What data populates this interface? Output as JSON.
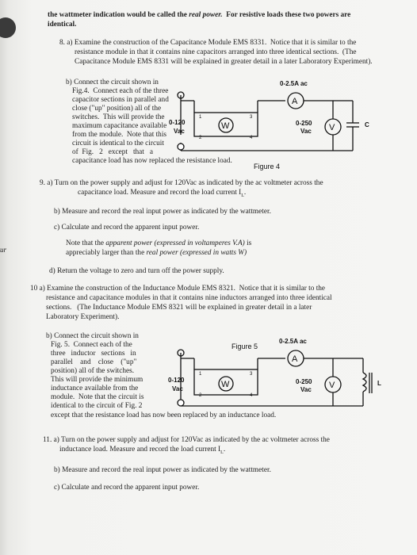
{
  "intro": {
    "line1_pre": "the wattmeter indication would be called the ",
    "line1_em": "real power.",
    "line1_post": "  For resistive loads these two powers are",
    "line2": "identical."
  },
  "s8": {
    "a1": "8. a) Examine the construction of the Capacitance Module EMS 8331.  Notice that it is similar to the",
    "a2": "resistance module in that it contains nine capacitors arranged into three identical sections.  (The",
    "a3": "Capacitance Module EMS 8331 will be explained in greater detail in a later Laboratory Experiment).",
    "b": [
      "b) Connect the circuit shown in",
      "Fig.4.  Connect each of the three",
      "capacitor sections in parallel and",
      "close (\"up\" position) all of the",
      "switches.  This will provide the",
      "maximum capacitance available",
      "from the module.  Note that this",
      "circuit is identical to the circuit",
      "of  Fig.   2   except   that   a",
      "capacitance load has now replaced the resistance load."
    ]
  },
  "fig4": {
    "caption": "Figure 4",
    "ammeter_range": "0-2.5A ac",
    "ammeter_symbol": "A",
    "source_range": "0-120",
    "source_unit": "Vac",
    "wattmeter_symbol": "W",
    "t1": "1",
    "t2": "2",
    "t3": "3",
    "t4": "4",
    "voltmeter_range": "0-250",
    "voltmeter_unit": "Vac",
    "voltmeter_symbol": "V",
    "load_label": "C"
  },
  "s9": {
    "a1": "9. a) Turn on the power supply and adjust for 120Vac as indicated by the ac voltmeter across the",
    "a2": "capacitance load. Measure and record the load current I",
    "a2_sub": "L",
    "b": "b) Measure and record the real input power as indicated by the wattmeter.",
    "c": "c) Calculate and record the apparent input power.",
    "note1_pre": "Note that the ",
    "note1_em": "apparent power (expressed in voltamperes V.A)",
    "note1_post": " is",
    "note2_pre": "appreciably larger than the ",
    "note2_em": "real power (expressed in watts W)",
    "d": "d) Return the voltage to zero and turn off the power supply."
  },
  "margin_fragment": "ur",
  "s10": {
    "a1": "10 a) Examine the construction of the Inductance Module EMS 8321.  Notice that it is similar to the",
    "a2": "resistance and capacitance modules in that it contains nine inductors arranged into three identical",
    "a3": "sections.   (The Inductance Module EMS 8321 will be explained in greater detail in a later",
    "a4": "Laboratory Experiment).",
    "b": [
      "b) Connect the circuit shown in",
      "Fig. 5.  Connect each of the",
      "three   inductor   sections   in",
      "parallel    and    close    (\"up\"",
      "position) all of the switches.",
      "This will provide the minimum",
      "inductance available from the",
      "module.  Note that the circuit is",
      "identical to the circuit of Fig. 2",
      "except that the resistance load has now been replaced by an inductance load."
    ]
  },
  "fig5": {
    "caption": "Figure 5",
    "ammeter_range": "0-2.5A ac",
    "ammeter_symbol": "A",
    "source_range": "0-120",
    "source_unit": "Vac",
    "wattmeter_symbol": "W",
    "t1": "1",
    "t2": "2",
    "t3": "3",
    "t4": "4",
    "voltmeter_range": "0-250",
    "voltmeter_unit": "Vac",
    "voltmeter_symbol": "V",
    "load_label": "L"
  },
  "s11": {
    "a1": "11. a) Turn on the power supply and adjust for 120Vac as indicated by the ac voltmeter across the",
    "a2": "inductance load. Measure and record the load current I",
    "a2_sub": "L",
    "b": "b) Measure and record the real input power as indicated by the wattmeter.",
    "c": "c) Calculate and record the apparent input power."
  }
}
